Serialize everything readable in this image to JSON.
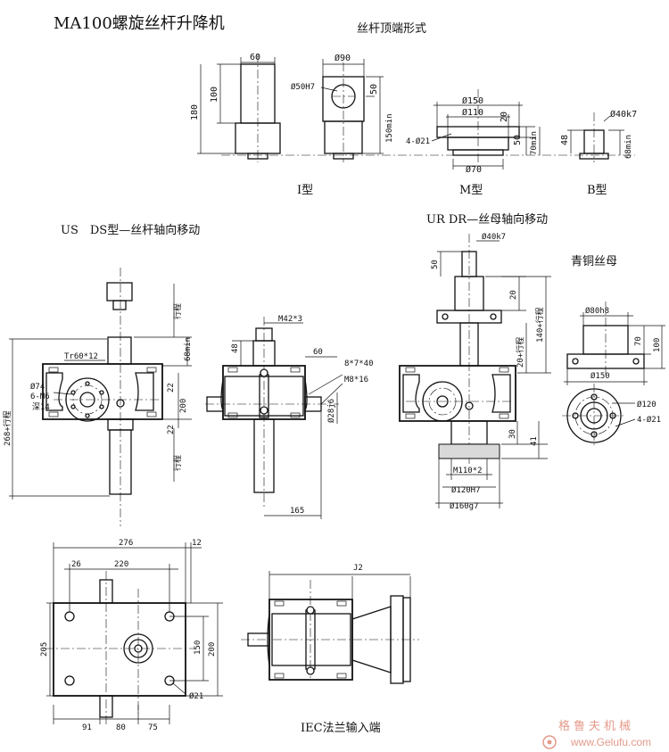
{
  "title": "MA100螺旋丝杆升降机",
  "section_labels": {
    "top_end_forms": "丝杆顶端形式",
    "type_i": "I型",
    "type_m": "M型",
    "type_b": "B型",
    "us_ds": "US　DS型—丝杆轴向移动",
    "ur_dr": "UR DR—丝母轴向移动",
    "bronze_nut": "青铜丝母",
    "iec_flange": "IEC法兰输入端"
  },
  "dims": {
    "i_60": "60",
    "i_100": "100",
    "i_180": "180",
    "mid_90": "Ø90",
    "mid_50h7": "Ø50H7",
    "mid_50": "50",
    "mid_150min": "150min",
    "m_150": "Ø150",
    "m_110": "Ø110",
    "m_20": "20",
    "m_50": "50",
    "m_70min": "70min",
    "m_4_21": "4-Ø21",
    "m_70": "Ø70",
    "b_40k7": "Ø40k7",
    "b_48": "48",
    "b_68min": "68min",
    "us_stroke_top": "行程",
    "us_68min": "68min",
    "us_tr": "Tr60*12",
    "us_74": "Ø74",
    "us_6m6": "6-M6",
    "us_deep14": "深14",
    "us_22a": "22",
    "us_200": "200",
    "us_22b": "22",
    "us_stroke_bottom": "行程",
    "us_268": "268+行程",
    "s_m42": "M42*3",
    "s_48": "48",
    "s_60": "60",
    "s_key": "8*7*40",
    "s_m8": "M8*16",
    "s_28j6": "Ø28j6",
    "s_165": "165",
    "ur_40k7": "Ø40k7",
    "ur_50": "50",
    "ur_20": "20",
    "ur_140": "140+行程",
    "ur_20s": "20+行程",
    "ur_30": "30",
    "ur_41": "41",
    "ur_m110": "M110*2",
    "ur_120h7": "Ø120H7",
    "ur_160g7": "Ø160g7",
    "bn_80h8": "Ø80h8",
    "bn_70": "70",
    "bn_100": "100",
    "bn_150": "Ø150",
    "bn_120": "Ø120",
    "bn_4_21": "4-Ø21",
    "p_276": "276",
    "p_12": "12",
    "p_26": "26",
    "p_220": "220",
    "p_205": "205",
    "p_150": "150",
    "p_200": "200",
    "p_21": "Ø21",
    "p_91": "91",
    "p_80": "80",
    "p_75": "75",
    "iec_j2": "J2"
  },
  "watermark": {
    "cn": "格鲁夫机械",
    "url": "www.Gelufu.com"
  }
}
